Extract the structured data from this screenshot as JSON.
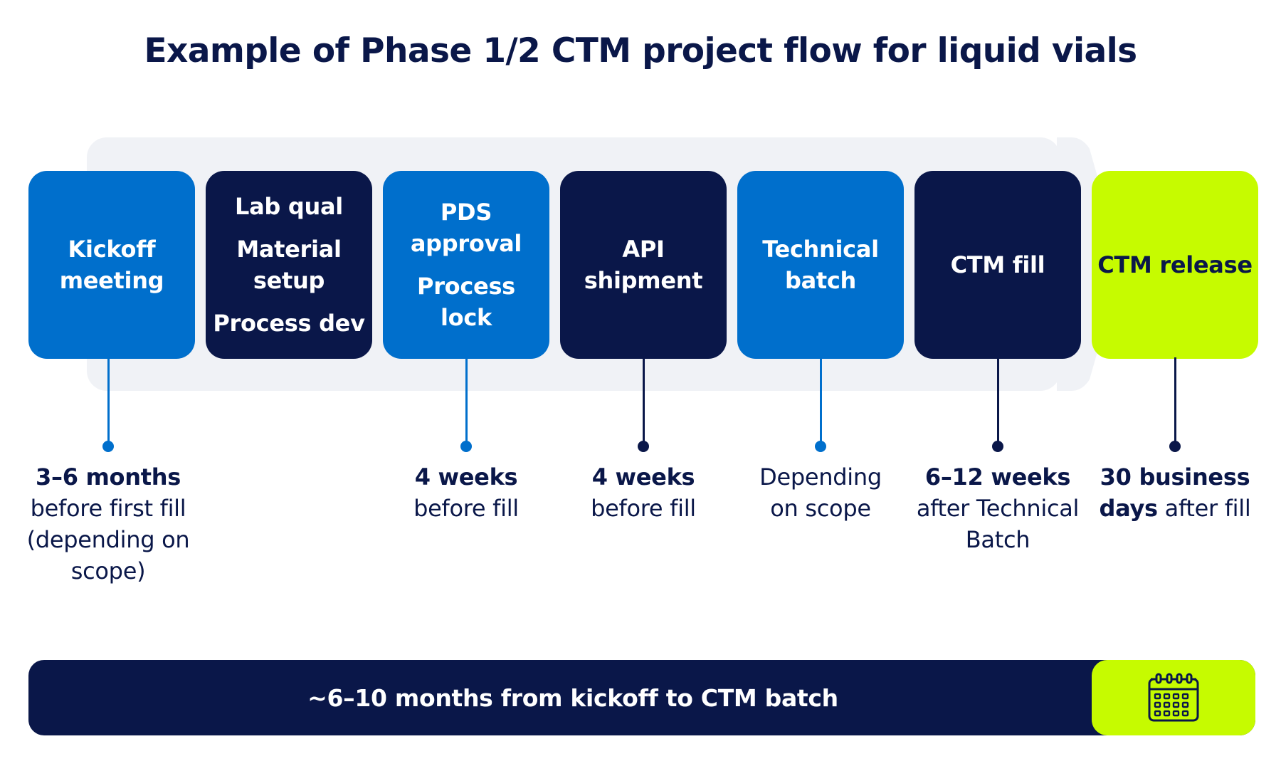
{
  "title": "Example of Phase 1/2 CTM project flow for liquid vials",
  "colors": {
    "blue": "#006fcc",
    "navy": "#0a1749",
    "lime": "#c6fb00",
    "band": "#f0f2f6"
  },
  "steps": [
    {
      "lines": [
        "Kickoff meeting"
      ]
    },
    {
      "lines": [
        "Lab qual",
        "Material setup",
        "Process dev"
      ]
    },
    {
      "lines": [
        "PDS approval",
        "Process lock"
      ]
    },
    {
      "lines": [
        "API shipment"
      ]
    },
    {
      "lines": [
        "Technical batch"
      ]
    },
    {
      "lines": [
        "CTM fill"
      ]
    },
    {
      "lines": [
        "CTM release"
      ]
    }
  ],
  "timings": [
    {
      "bold": "3–6 months",
      "rest": "before first fill (depending on scope)"
    },
    {
      "bold": "4 weeks",
      "rest": "before fill"
    },
    {
      "bold": "4 weeks",
      "rest": "before fill"
    },
    {
      "bold": "",
      "rest": "Depending on scope"
    },
    {
      "bold": "6–12 weeks",
      "rest": "after Technical Batch"
    },
    {
      "bold": "30 business days",
      "rest": "after fill"
    }
  ],
  "summary": {
    "text": "~6–10 months from kickoff to CTM batch",
    "icon": "calendar-icon"
  }
}
